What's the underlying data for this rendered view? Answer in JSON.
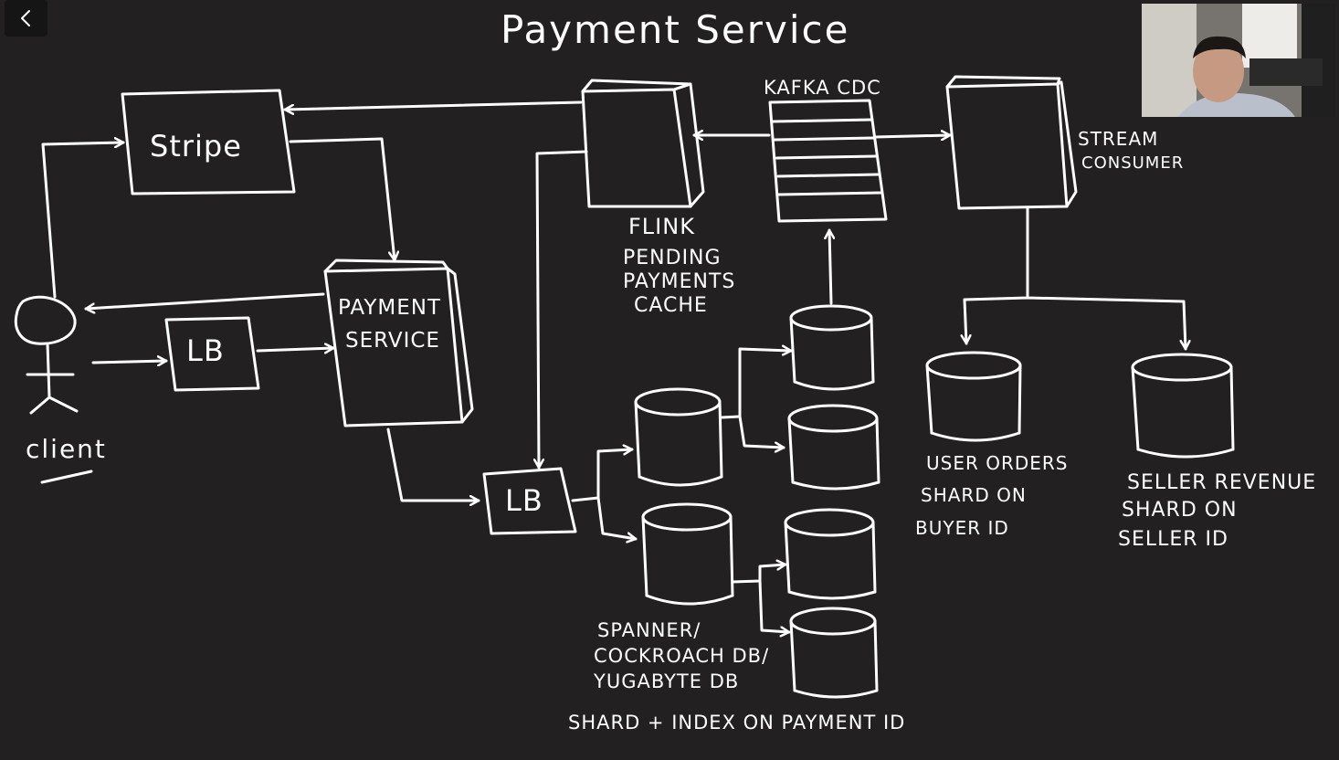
{
  "title": "Payment Service",
  "labels": {
    "stripe": "Stripe",
    "lb_left": "LB",
    "lb_bottom": "LB",
    "payment_service_1": "PAYMENT",
    "payment_service_2": "SERVICE",
    "client": "client",
    "kafka": "KAFKA CDC",
    "flink_1": "FLINK",
    "flink_2": "PENDING",
    "flink_3": "PAYMENTS",
    "flink_4": "CACHE",
    "stream_1": "STREAM",
    "stream_2": "CONSUMER",
    "user_orders_1": "USER ORDERS",
    "user_orders_2": "SHARD ON",
    "user_orders_3": "BUYER ID",
    "seller_1": "SELLER REVENUE",
    "seller_2": "SHARD ON",
    "seller_3": "SELLER ID",
    "db_1": "SPANNER/",
    "db_2": "COCKROACH DB/",
    "db_3": "YUGABYTE DB",
    "shard_index": "SHARD + INDEX ON PAYMENT ID"
  },
  "colors": {
    "background": "#222020",
    "ink": "#ffffff"
  },
  "icons": {
    "back": "chevron-left-icon"
  }
}
